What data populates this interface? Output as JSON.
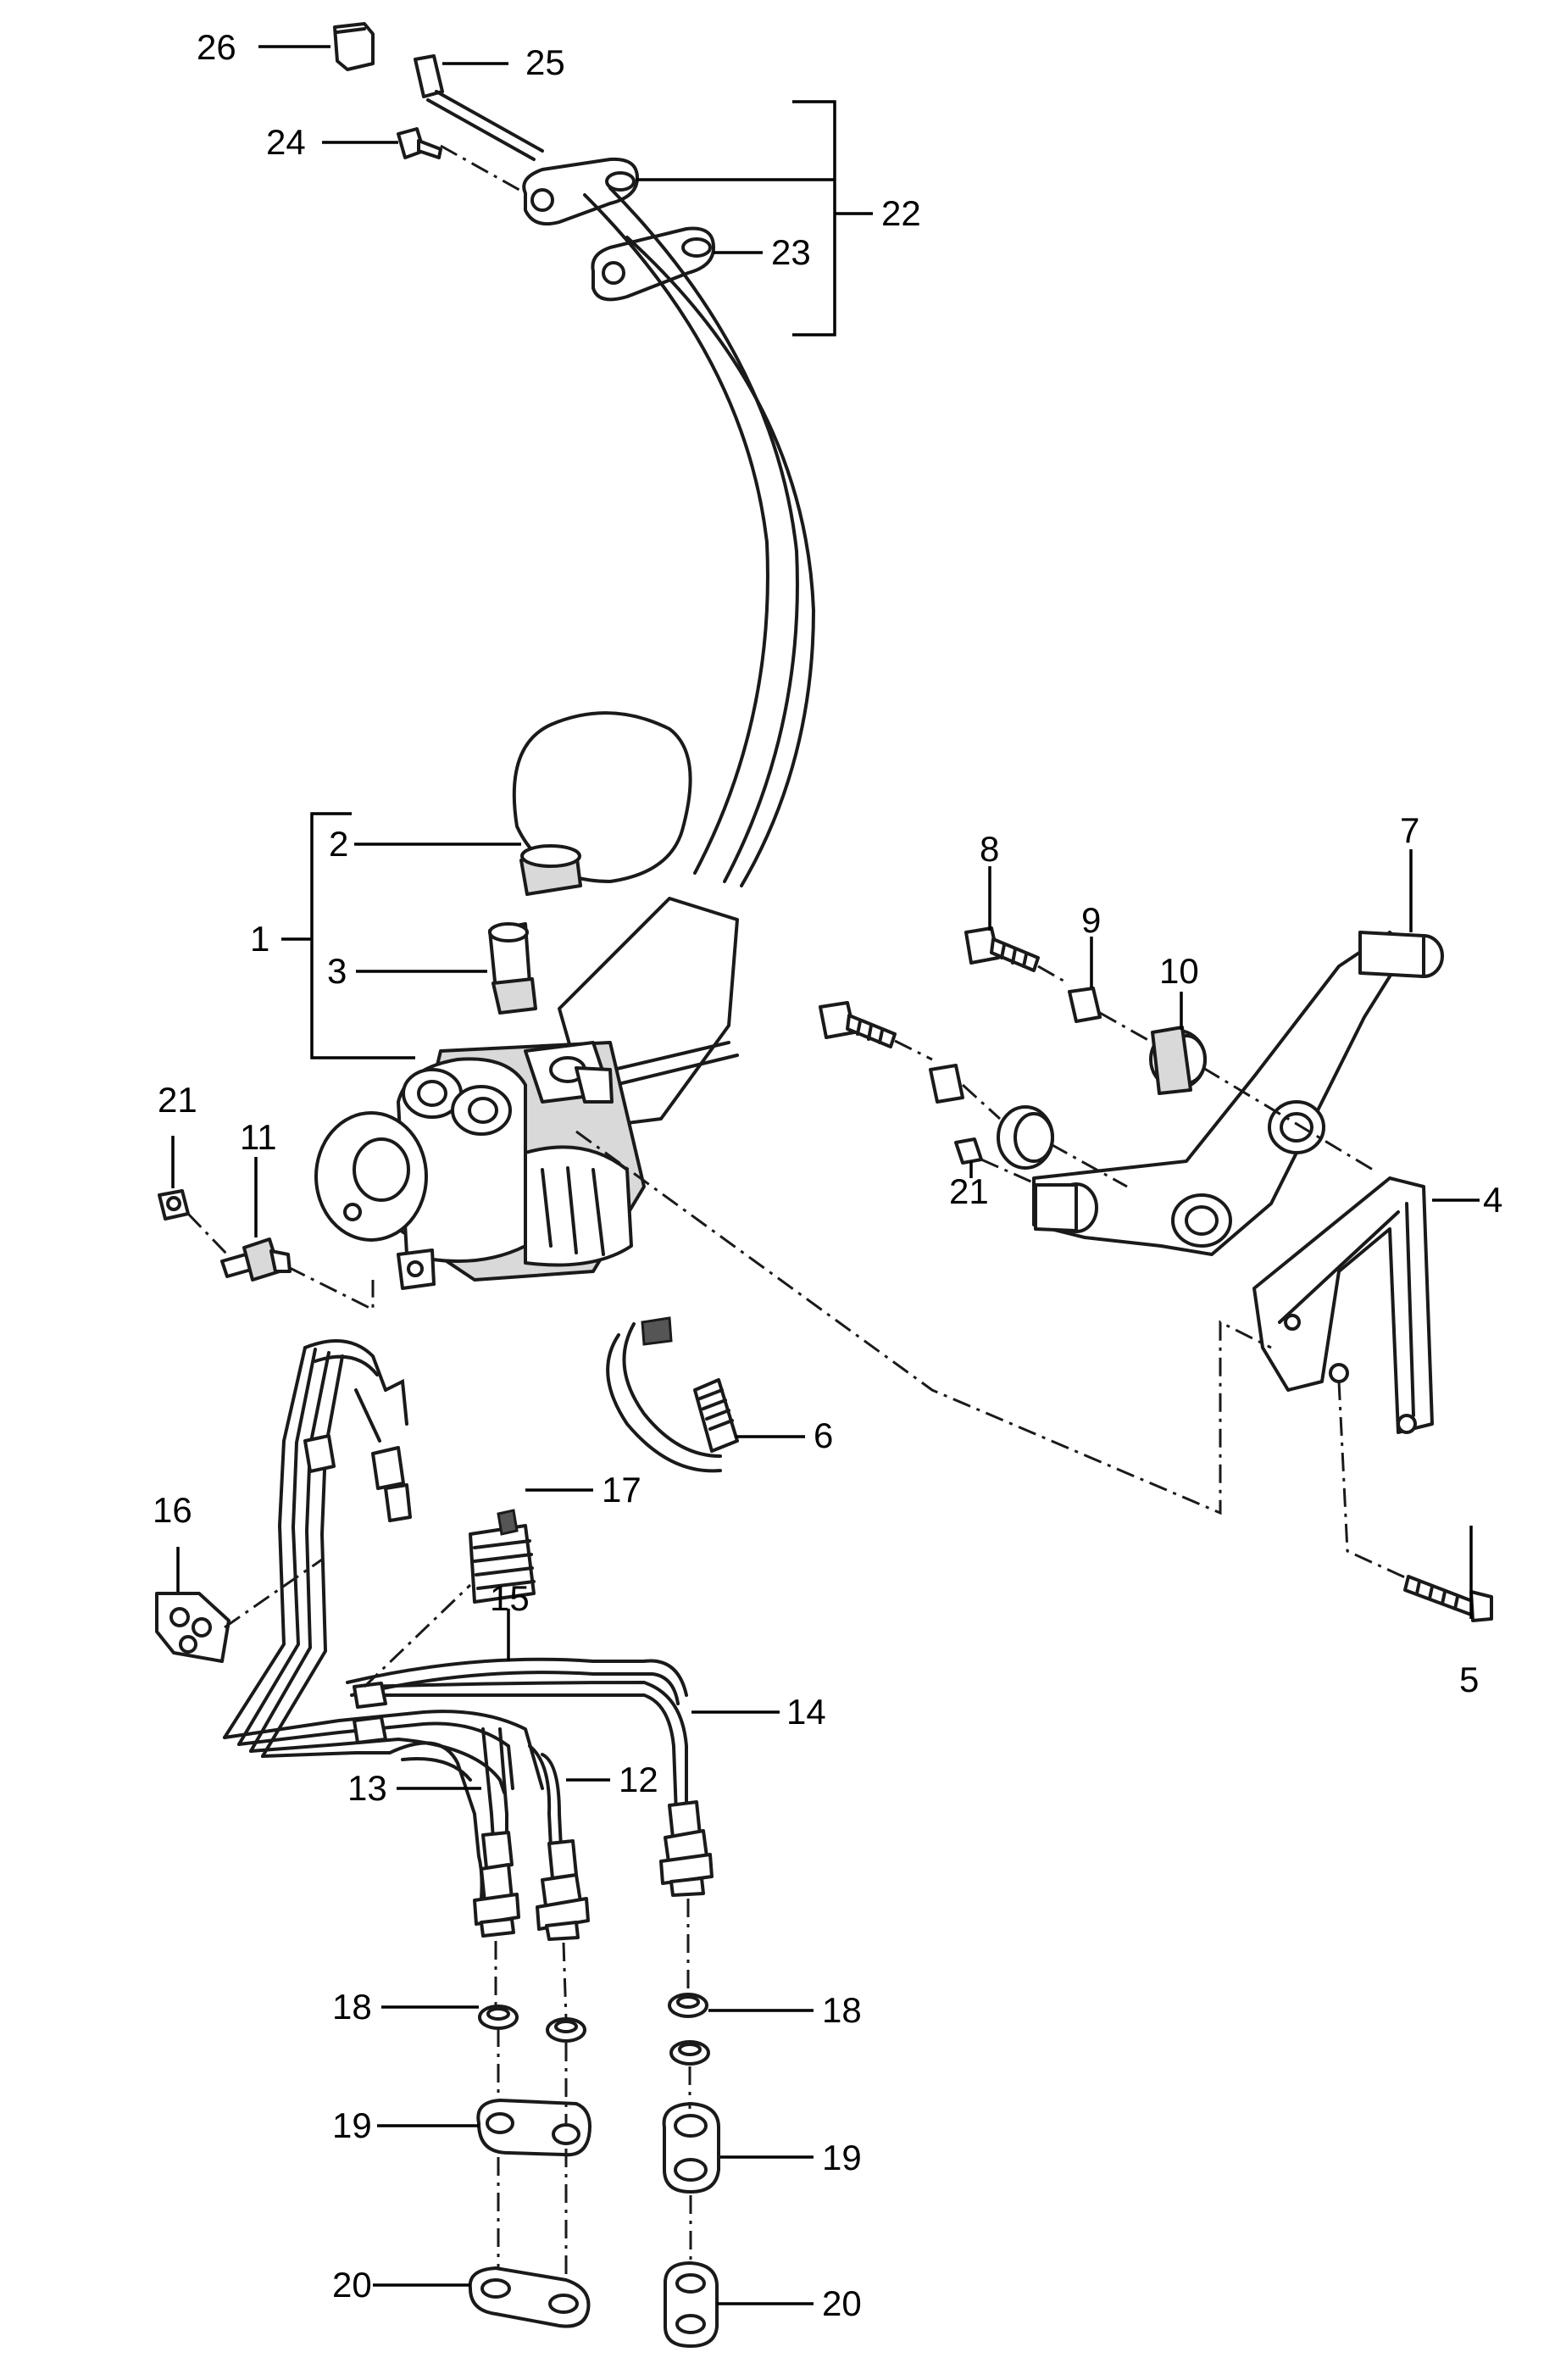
{
  "callouts": {
    "c1": "1",
    "c2": "2",
    "c3": "3",
    "c4": "4",
    "c5": "5",
    "c6": "6",
    "c7": "7",
    "c8": "8",
    "c9": "9",
    "c10": "10",
    "c11": "11",
    "c12": "12",
    "c13": "13",
    "c14": "14",
    "c15": "15",
    "c16": "16",
    "c17": "17",
    "c18a": "18",
    "c18b": "18",
    "c19a": "19",
    "c19b": "19",
    "c20a": "20",
    "c20b": "20",
    "c21a": "21",
    "c21b": "21",
    "c22": "22",
    "c23": "23",
    "c24": "24",
    "c25": "25",
    "c26": "26"
  }
}
